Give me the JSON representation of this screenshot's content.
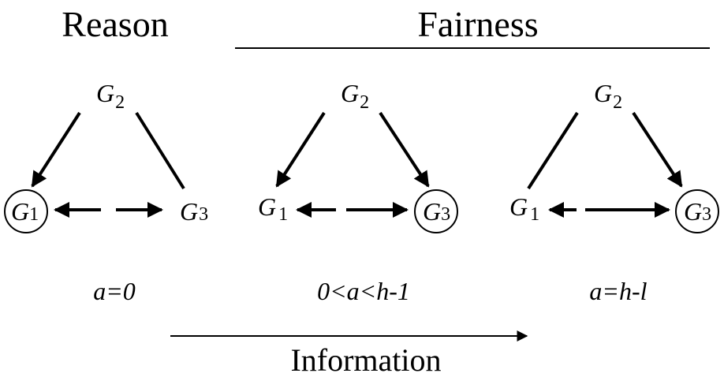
{
  "headers": {
    "reason": "Reason",
    "fairness": "Fairness"
  },
  "panels": [
    {
      "g2": {
        "letter": "G",
        "sub": "2"
      },
      "g1": {
        "letter": "G",
        "sub": "1",
        "circled": true
      },
      "g3": {
        "letter": "G",
        "sub": "3",
        "circled": false
      },
      "condition": "a=0"
    },
    {
      "g2": {
        "letter": "G",
        "sub": "2"
      },
      "g1": {
        "letter": "G",
        "sub": "1",
        "circled": false
      },
      "g3": {
        "letter": "G",
        "sub": "3",
        "circled": true
      },
      "condition": "0<a<h-1"
    },
    {
      "g2": {
        "letter": "G",
        "sub": "2"
      },
      "g1": {
        "letter": "G",
        "sub": "1",
        "circled": false
      },
      "g3": {
        "letter": "G",
        "sub": "3",
        "circled": true
      },
      "condition": "a=h-l"
    }
  ],
  "axis": {
    "label": "Information"
  }
}
